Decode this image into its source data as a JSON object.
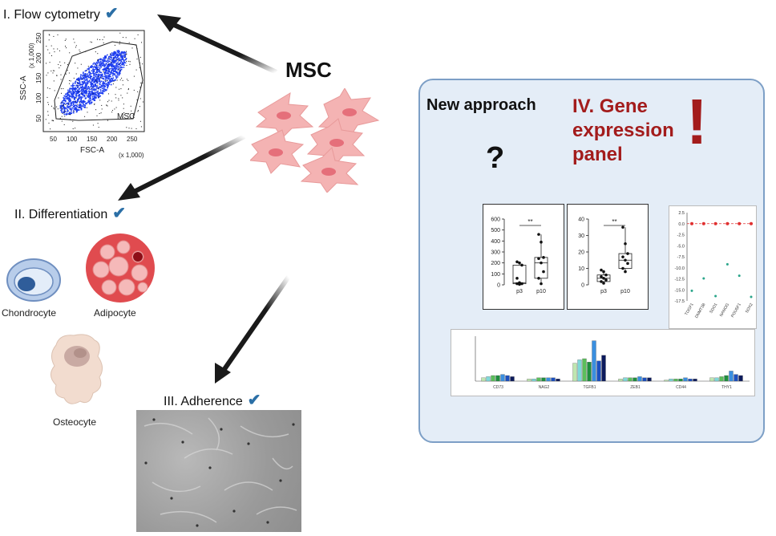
{
  "center": {
    "title": "MSC"
  },
  "sections": {
    "flow": {
      "label": "I. Flow cytometry",
      "check": "✔"
    },
    "differentiation": {
      "label": "II. Differentiation",
      "check": "✔"
    },
    "adherence": {
      "label": "III. Adherence",
      "check": "✔"
    },
    "gene": {
      "label_line1": "IV. Gene",
      "label_line2": "expression",
      "label_line3": "panel"
    }
  },
  "new_approach": "New approach",
  "question_mark": "?",
  "exclamation": "!",
  "flow_plot": {
    "y_axis_label": "SSC-A",
    "y_scale": "(x 1,000)",
    "x_axis_label": "FSC-A",
    "x_scale": "(x 1,000)",
    "gate_label": "MSC",
    "x_ticks": [
      "50",
      "100",
      "150",
      "200",
      "250"
    ],
    "y_ticks": [
      "50",
      "100",
      "150",
      "200",
      "250"
    ]
  },
  "cells": {
    "chondrocyte": "Chondrocyte",
    "adipocyte": "Adipocyte",
    "osteocyte": "Osteocyte"
  },
  "colors": {
    "arrow": "#1a1a1a",
    "check": "#2b6fa6",
    "gene_red": "#a31c1c",
    "panel_bg": "#e4edf7",
    "panel_border": "#7d9fc6",
    "msc_cell": "#f2a9a9"
  },
  "chart_data": [
    {
      "type": "scatter",
      "title": "",
      "xlabel": "",
      "ylabel": "",
      "categories": [
        "p3",
        "p10"
      ],
      "ylim": [
        0,
        600
      ],
      "yticks": [
        "0",
        "100",
        "200",
        "300",
        "400",
        "500",
        "600"
      ],
      "significance": "**",
      "series": [
        {
          "values": [
            [
              0,
              210
            ],
            [
              0,
              200
            ],
            [
              0,
              180
            ],
            [
              0,
              60
            ],
            [
              0,
              20
            ],
            [
              0,
              10
            ],
            [
              0,
              10
            ],
            [
              0,
              5
            ]
          ]
        },
        {
          "values": [
            [
              1,
              460
            ],
            [
              1,
              390
            ],
            [
              1,
              250
            ],
            [
              1,
              240
            ],
            [
              1,
              200
            ],
            [
              1,
              120
            ],
            [
              1,
              60
            ],
            [
              1,
              10
            ]
          ]
        }
      ]
    },
    {
      "type": "scatter",
      "title": "",
      "xlabel": "",
      "ylabel": "",
      "categories": [
        "p3",
        "p10"
      ],
      "ylim": [
        0,
        40
      ],
      "yticks": [
        "0",
        "10",
        "20",
        "30",
        "40"
      ],
      "significance": "**",
      "series": [
        {
          "values": [
            [
              0,
              9
            ],
            [
              0,
              8
            ],
            [
              0,
              6
            ],
            [
              0,
              5
            ],
            [
              0,
              4
            ],
            [
              0,
              3
            ],
            [
              0,
              2
            ],
            [
              0,
              1
            ]
          ]
        },
        {
          "values": [
            [
              1,
              35
            ],
            [
              1,
              25
            ],
            [
              1,
              19
            ],
            [
              1,
              17
            ],
            [
              1,
              15
            ],
            [
              1,
              13
            ],
            [
              1,
              10
            ],
            [
              1,
              8
            ]
          ]
        }
      ]
    },
    {
      "type": "scatter",
      "title": "",
      "xlabel": "",
      "ylabel": "",
      "categories": [
        "TDGF1",
        "DNMT3B",
        "SDO1",
        "NANOG",
        "POU5F1",
        "SOX2"
      ],
      "ylim": [
        -17.5,
        2.5
      ],
      "yticks": [
        "2.5",
        "0.0",
        "-2.5",
        "-5.0",
        "-7.5",
        "-10.0",
        "-12.5",
        "-15.0",
        "-17.5"
      ],
      "series": [
        {
          "values": [
            0,
            0,
            0,
            0,
            0,
            0
          ]
        },
        {
          "values": [
            -15.2,
            -12.4,
            -16.4,
            -9.2,
            -11.8,
            -16.6
          ]
        }
      ]
    },
    {
      "type": "bar",
      "title": "",
      "xlabel": "",
      "ylabel": "",
      "groups": [
        "CD73",
        "NAG2",
        "TGFB1",
        "ZEB1",
        "CD44",
        "THY1"
      ],
      "series": [
        {
          "values": [
            0.3,
            0.2,
            1.6,
            0.2,
            0.1,
            0.3
          ]
        },
        {
          "values": [
            0.4,
            0.2,
            1.9,
            0.3,
            0.2,
            0.3
          ]
        },
        {
          "values": [
            0.5,
            0.3,
            2.0,
            0.3,
            0.2,
            0.4
          ]
        },
        {
          "values": [
            0.5,
            0.3,
            1.7,
            0.3,
            0.2,
            0.5
          ]
        },
        {
          "values": [
            0.6,
            0.3,
            3.6,
            0.4,
            0.3,
            0.9
          ]
        },
        {
          "values": [
            0.5,
            0.3,
            1.8,
            0.3,
            0.2,
            0.6
          ]
        },
        {
          "values": [
            0.4,
            0.2,
            2.3,
            0.3,
            0.2,
            0.5
          ]
        }
      ],
      "colors": [
        "#bfe6b0",
        "#7fd9d9",
        "#5bbf5b",
        "#1e8f3e",
        "#3a8fe0",
        "#1b4fbf",
        "#0c1a5c"
      ]
    }
  ]
}
